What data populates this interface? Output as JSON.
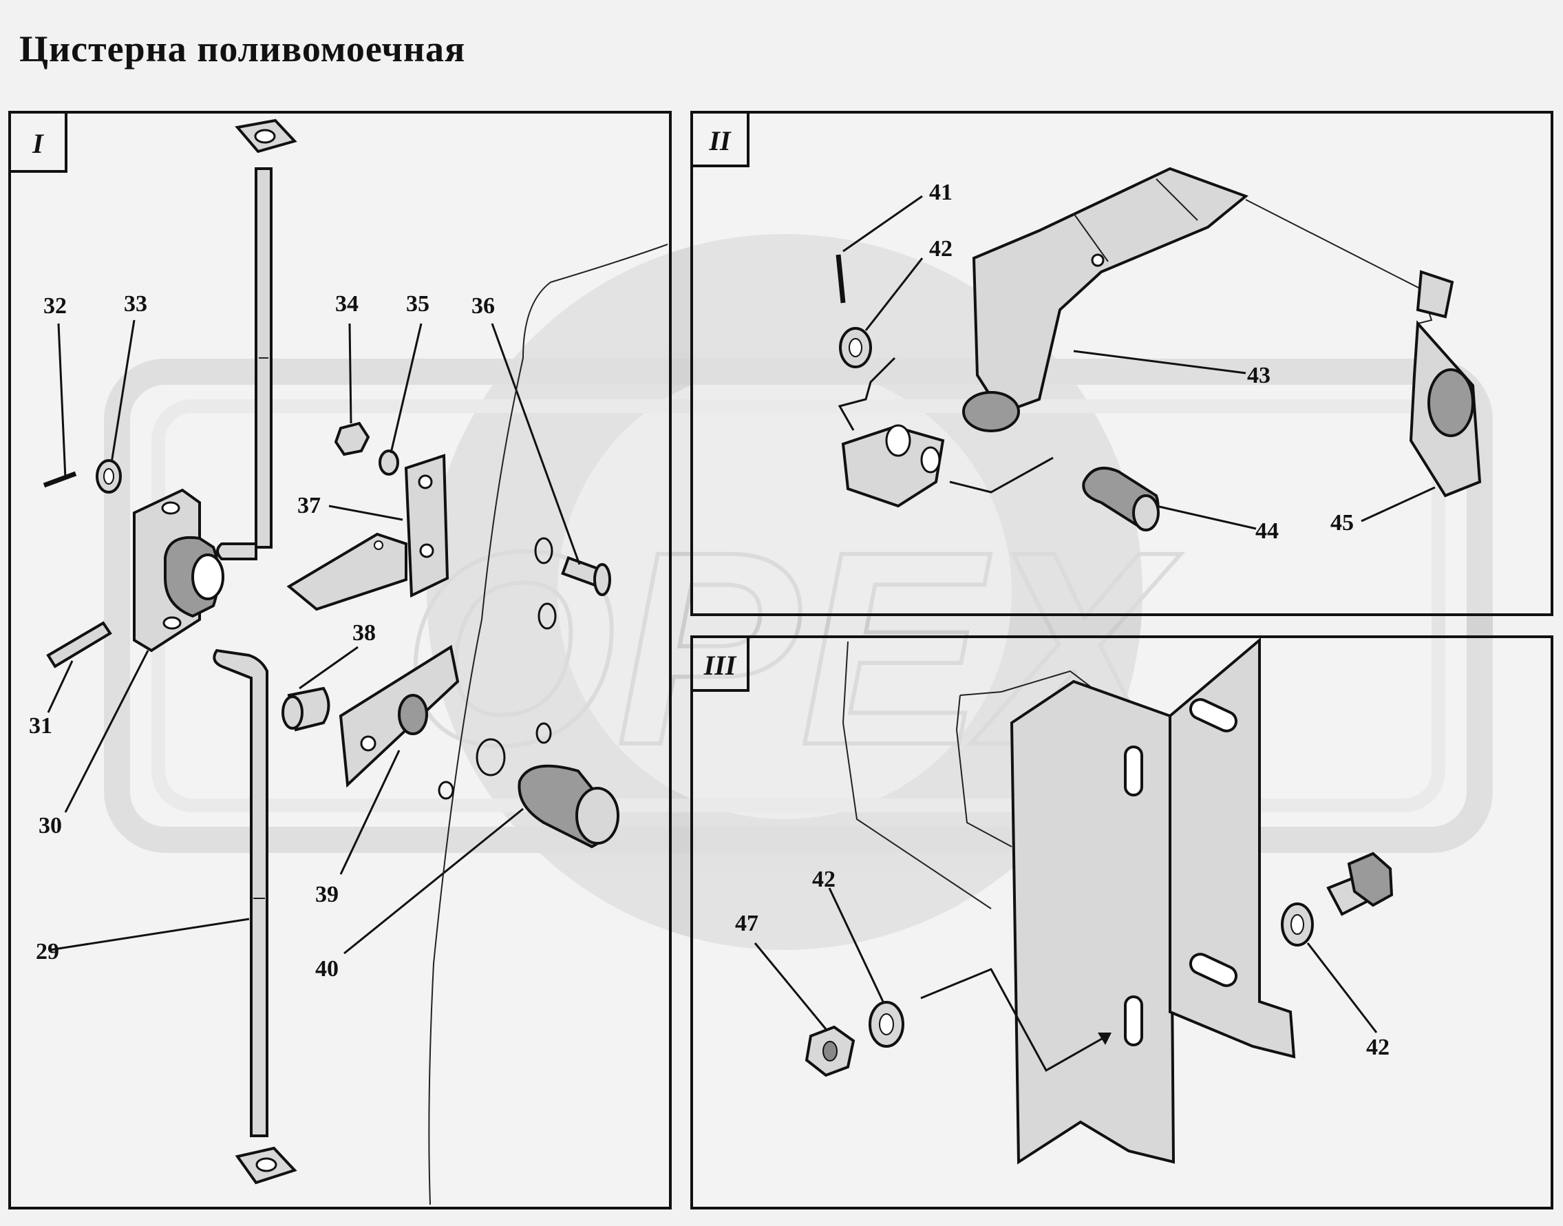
{
  "title": "Цистерна поливомоечная",
  "watermark": "OPEX",
  "panels": [
    {
      "id": "I",
      "label": "I"
    },
    {
      "id": "II",
      "label": "II"
    },
    {
      "id": "III",
      "label": "III"
    }
  ],
  "callouts": {
    "c29": "29",
    "c30": "30",
    "c31": "31",
    "c32": "32",
    "c33": "33",
    "c34": "34",
    "c35": "35",
    "c36": "36",
    "c37": "37",
    "c38": "38",
    "c39": "39",
    "c40": "40",
    "c41": "41",
    "c42a": "42",
    "c43": "43",
    "c44": "44",
    "c45": "45",
    "c42b": "42",
    "c47": "47",
    "c42c": "42"
  },
  "colors": {
    "ink": "#111111",
    "paper": "#f2f2f2",
    "watermark": "#cfcfcf"
  }
}
